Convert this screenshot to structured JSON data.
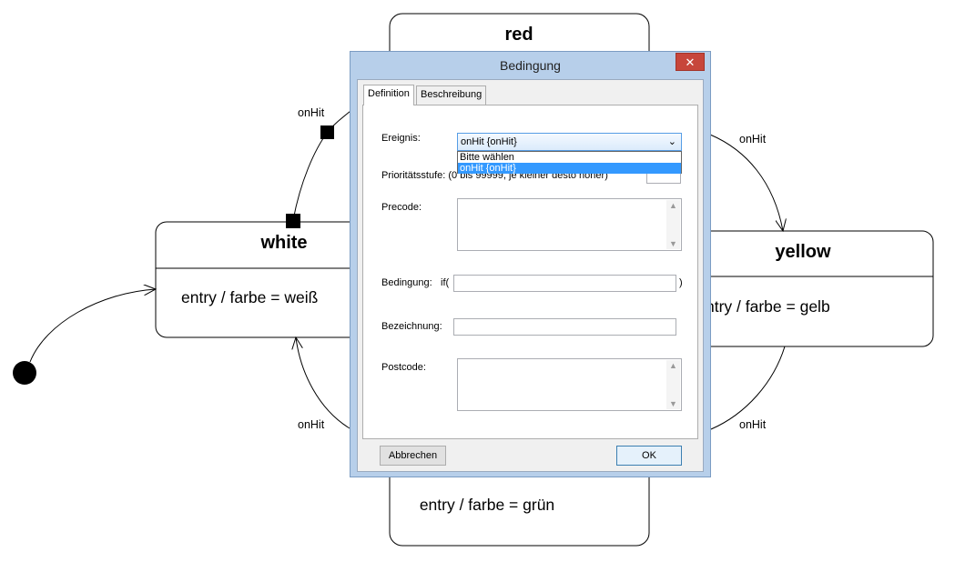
{
  "diagram": {
    "states": {
      "red": {
        "title": "red"
      },
      "white": {
        "title": "white",
        "entry": "entry / farbe = weiß"
      },
      "yellow": {
        "title": "yellow",
        "entry": "ntry / farbe = gelb"
      },
      "green": {
        "entry": "entry / farbe = grün"
      }
    },
    "transitions": {
      "white_to_red": "onHit",
      "red_to_yellow": "onHit",
      "yellow_to_green": "onHit",
      "green_to_white": "onHit"
    }
  },
  "dialog": {
    "title": "Bedingung",
    "close_glyph": "✕",
    "tabs": [
      {
        "label": "Definition",
        "active": true
      },
      {
        "label": "Beschreibung",
        "active": false
      }
    ],
    "fields": {
      "ereignis_label": "Ereignis:",
      "ereignis_value": "onHit {onHit}",
      "ereignis_options": [
        "Bitte wählen",
        "onHit {onHit}"
      ],
      "prio_label": "Prioritätsstufe: (0 bis 99999, je kleiner desto höher)",
      "precode_label": "Precode:",
      "bedingung_label": "Bedingung:",
      "if_open": "if(",
      "if_close": ")",
      "bezeichnung_label": "Bezeichnung:",
      "postcode_label": "Postcode:"
    },
    "buttons": {
      "cancel": "Abbrechen",
      "ok": "OK"
    }
  }
}
